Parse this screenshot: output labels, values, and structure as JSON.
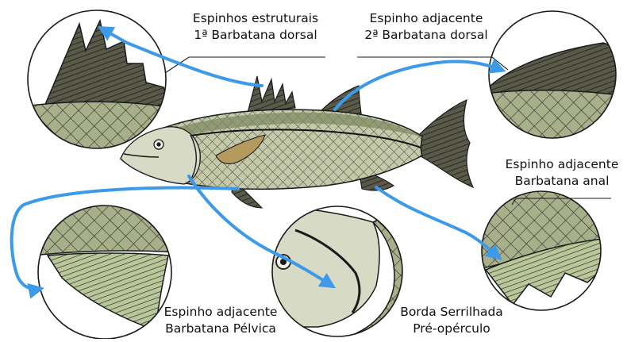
{
  "labels": {
    "dorsal1": {
      "line1": "Espinhos estruturais",
      "line2": "1ª Barbatana dorsal"
    },
    "dorsal2": {
      "line1": "Espinho adjacente",
      "line2": "2ª Barbatana dorsal"
    },
    "anal": {
      "line1": "Espinho adjacente",
      "line2": "Barbatana anal"
    },
    "pelvic": {
      "line1": "Espinho adjacente",
      "line2": "Barbatana Pélvica"
    },
    "preopercle": {
      "line1": "Borda Serrilhada",
      "line2": "Pré-opérculo"
    }
  },
  "colors": {
    "arrow": "#3d9ae8",
    "outline": "#1a1a1a",
    "fish_body": "#c9cdb2",
    "fish_back": "#7f8a62",
    "fin_dark": "#4d4d40",
    "pectoral_fin": "#b59a5f",
    "scale_fill": "#aab38c"
  },
  "icons": [
    "fish-illustration",
    "dorsal1-zoom-circle",
    "dorsal2-zoom-circle",
    "anal-zoom-circle",
    "pelvic-zoom-circle",
    "preopercle-zoom-circle"
  ]
}
